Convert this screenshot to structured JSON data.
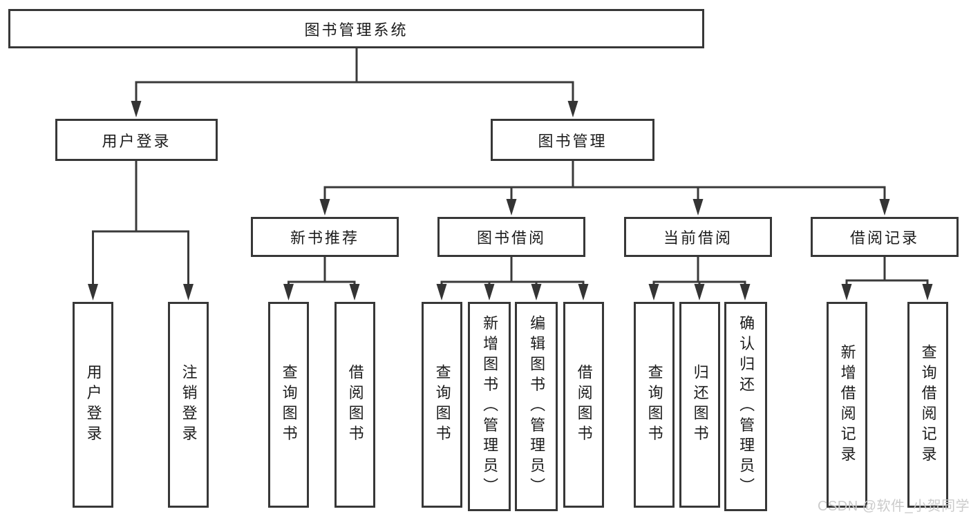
{
  "colors": {
    "background": "#ffffff",
    "box_border": "#373737",
    "connector_line": "#3a3a3a",
    "text": "#1c1c1c",
    "watermark_text": "#cbcbcb"
  },
  "watermark": "CSDN @软件_小贺同学",
  "tree": {
    "root": {
      "label": "图书管理系统"
    },
    "branches": [
      {
        "label": "用户登录",
        "children": [
          "用户登录",
          "注销登录"
        ]
      },
      {
        "label": "图书管理",
        "groups": [
          {
            "label": "新书推荐",
            "children": [
              "查询图书",
              "借阅图书"
            ]
          },
          {
            "label": "图书借阅",
            "children": [
              "查询图书",
              "新增图书（管理员）",
              "编辑图书（管理员）",
              "借阅图书"
            ]
          },
          {
            "label": "当前借阅",
            "children": [
              "查询图书",
              "归还图书",
              "确认归还（管理员）"
            ]
          },
          {
            "label": "借阅记录",
            "children": [
              "新增借阅记录",
              "查询借阅记录"
            ]
          }
        ]
      }
    ]
  }
}
